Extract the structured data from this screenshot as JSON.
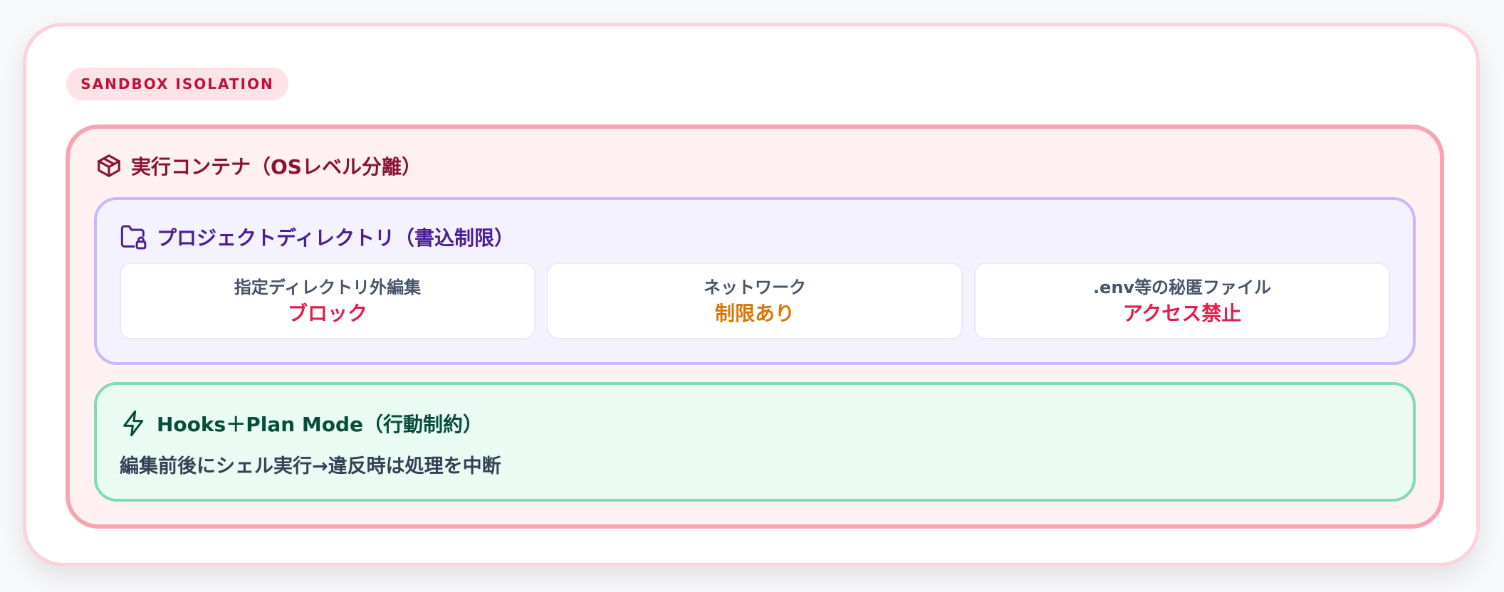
{
  "badge": {
    "label": "SANDBOX ISOLATION"
  },
  "container": {
    "icon": "package-icon",
    "title": "実行コンテナ（OSレベル分離）"
  },
  "project": {
    "icon": "folder-lock-icon",
    "title": "プロジェクトディレクトリ（書込制限）",
    "items": [
      {
        "label": "指定ディレクトリ外編集",
        "value": "ブロック",
        "color": "#e11d48"
      },
      {
        "label": "ネットワーク",
        "value": "制限あり",
        "color": "#d97706"
      },
      {
        "label": ".env等の秘匿ファイル",
        "value": "アクセス禁止",
        "color": "#e11d48"
      }
    ]
  },
  "hooks": {
    "icon": "lightning-icon",
    "title": "Hooks＋Plan Mode（行動制約）",
    "description": "編集前後にシェル実行→違反時は処理を中断"
  }
}
